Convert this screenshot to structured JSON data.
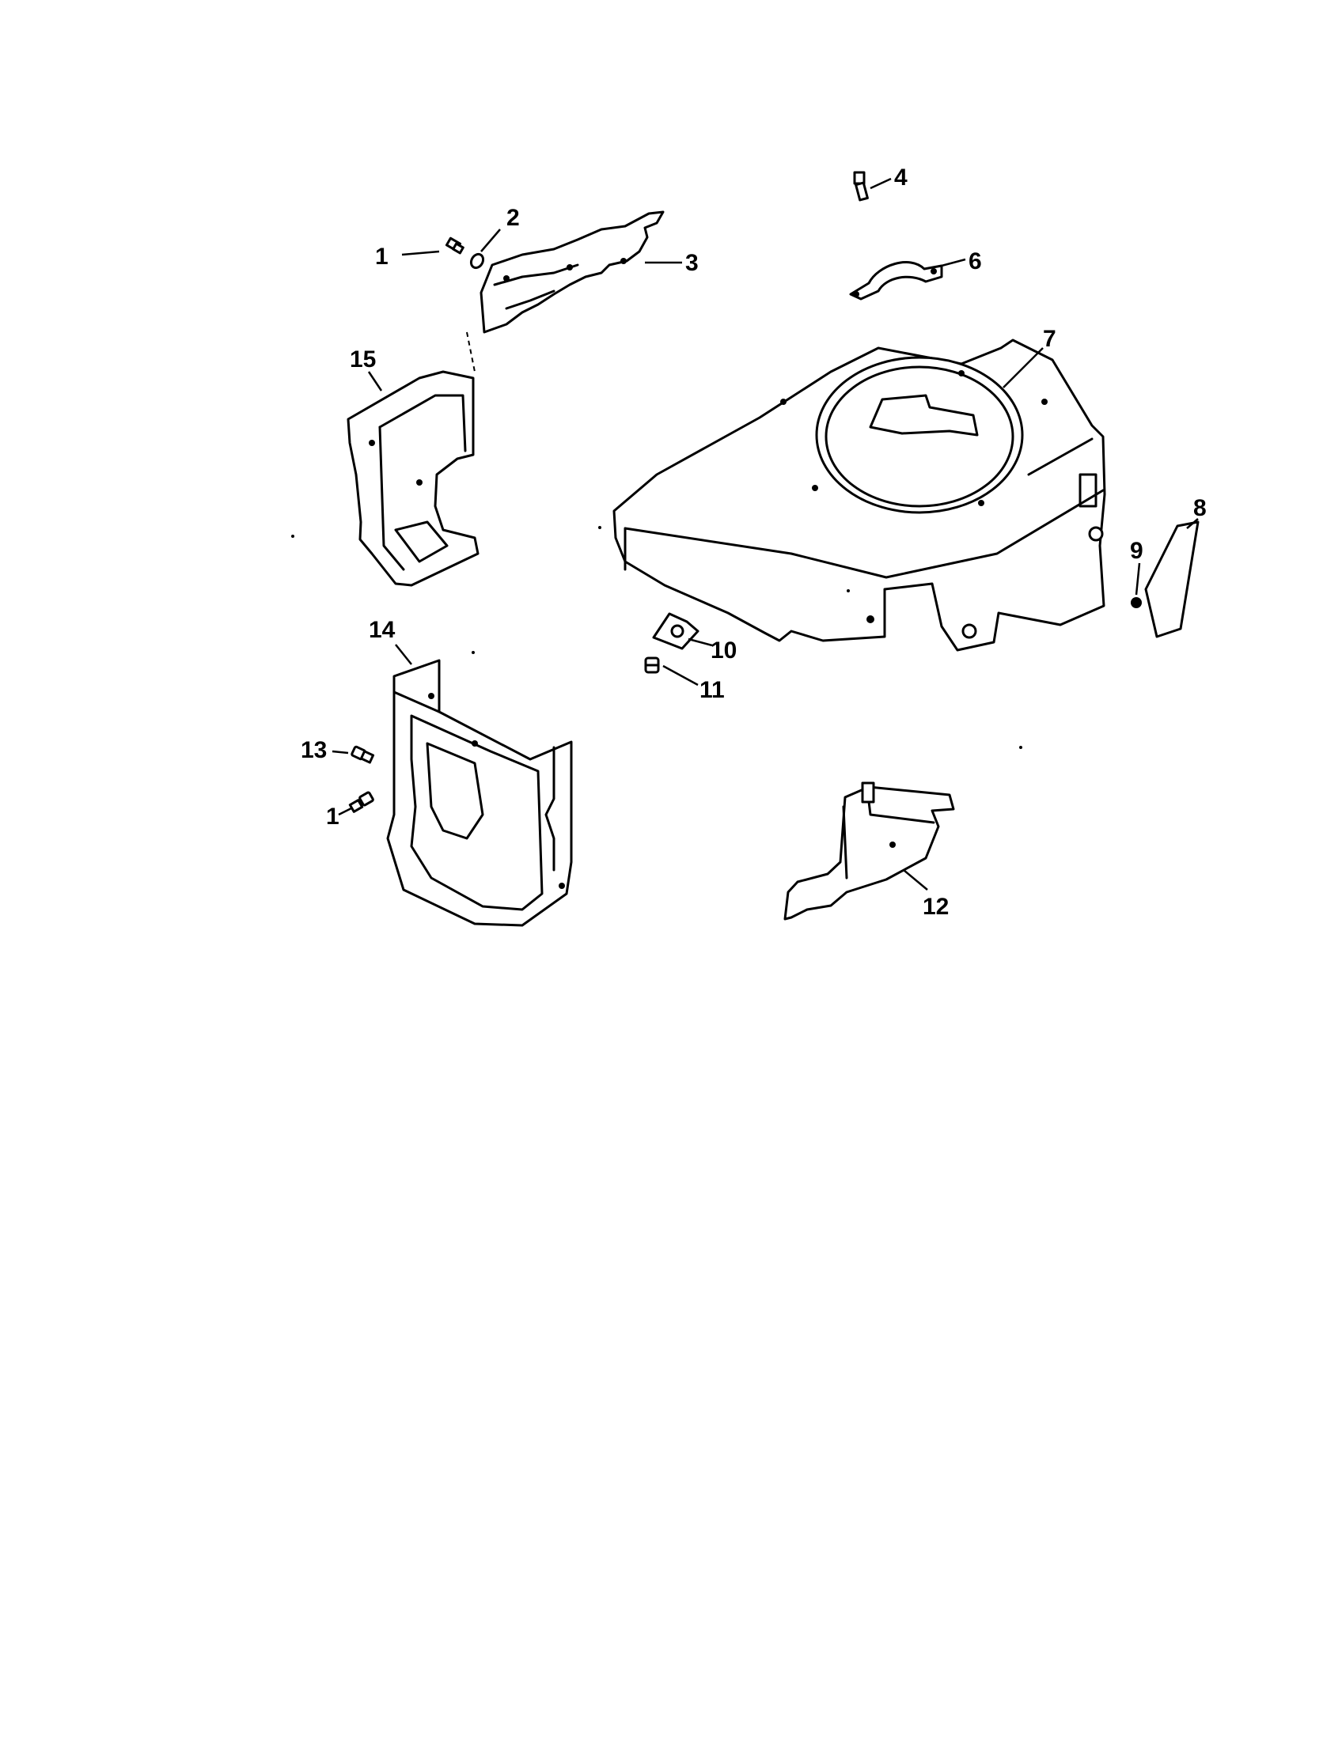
{
  "callouts": {
    "c1a": "1",
    "c2": "2",
    "c3": "3",
    "c4": "4",
    "c6": "6",
    "c7": "7",
    "c8": "8",
    "c9": "9",
    "c10": "10",
    "c11": "11",
    "c12": "12",
    "c13": "13",
    "c14": "14",
    "c15": "15",
    "c1b": "1"
  },
  "colors": {
    "line": "#000000",
    "background": "#ffffff"
  }
}
